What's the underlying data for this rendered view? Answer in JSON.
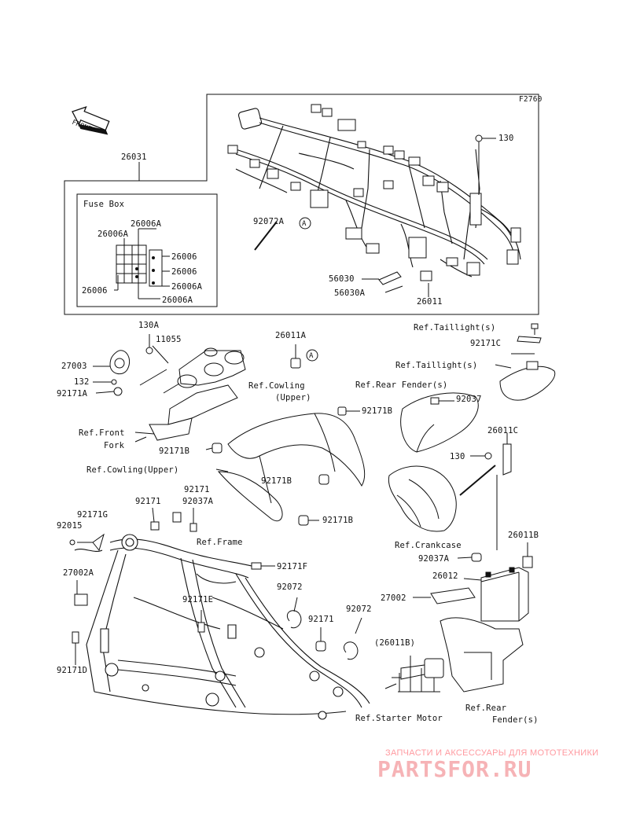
{
  "figure_code": "F2760",
  "front_arrow_text": "FRONT",
  "fuse_box_title": "Fuse Box",
  "circle_marker": "A",
  "labels": {
    "l26031": "26031",
    "l130_top": "130",
    "l92072A": "92072A",
    "l56030": "56030",
    "l56030A": "56030A",
    "l26011": "26011",
    "l26006A_1": "26006A",
    "l26006A_2": "26006A",
    "l26006_1": "26006",
    "l26006_2": "26006",
    "l26006A_3": "26006A",
    "l26006_left": "26006",
    "l26006A_4": "26006A",
    "l130A": "130A",
    "l11055": "11055",
    "l27003": "27003",
    "l132": "132",
    "l92171A": "92171A",
    "l26011A": "26011A",
    "refTaillight1": "Ref.Taillight(s)",
    "l92171C": "92171C",
    "refTaillight2": "Ref.Taillight(s)",
    "refCowlingUpper1a": "Ref.Cowling",
    "refCowlingUpper1b": "(Upper)",
    "refRearFender1": "Ref.Rear Fender(s)",
    "l92171B_1": "92171B",
    "l92037": "92037",
    "refFrontFork_a": "Ref.Front",
    "refFrontFork_b": "Fork",
    "l26011C": "26011C",
    "l92171B_2": "92171B",
    "l130_mid": "130",
    "refCowlingUpper2": "Ref.Cowling(Upper)",
    "l92171B_3": "92171B",
    "l92171_a": "92171",
    "l92171_b": "92171",
    "l92037A_1": "92037A",
    "l92171G": "92171G",
    "l92015": "92015",
    "l92171B_4": "92171B",
    "refFrame": "Ref.Frame",
    "refCrankcase": "Ref.Crankcase",
    "l26011B": "26011B",
    "l92037A_2": "92037A",
    "l27002A": "27002A",
    "l92171F": "92171F",
    "l26012": "26012",
    "l92072_1": "92072",
    "l27002": "27002",
    "l92171E": "92171E",
    "l92072_2": "92072",
    "l92171_c": "92171",
    "l26011B_p": "(26011B)",
    "l92171D": "92171D",
    "refStarterMotor": "Ref.Starter Motor",
    "refRearFender2a": "Ref.Rear",
    "refRearFender2b": "Fender(s)"
  },
  "watermark": {
    "line": "ЗАПЧАСТИ И АКСЕССУАРЫ ДЛЯ МОТОТЕХНИКИ",
    "logo": "PARTSFOR.RU"
  },
  "colors": {
    "ink": "#111111",
    "watermark": "#f6b3b6"
  }
}
